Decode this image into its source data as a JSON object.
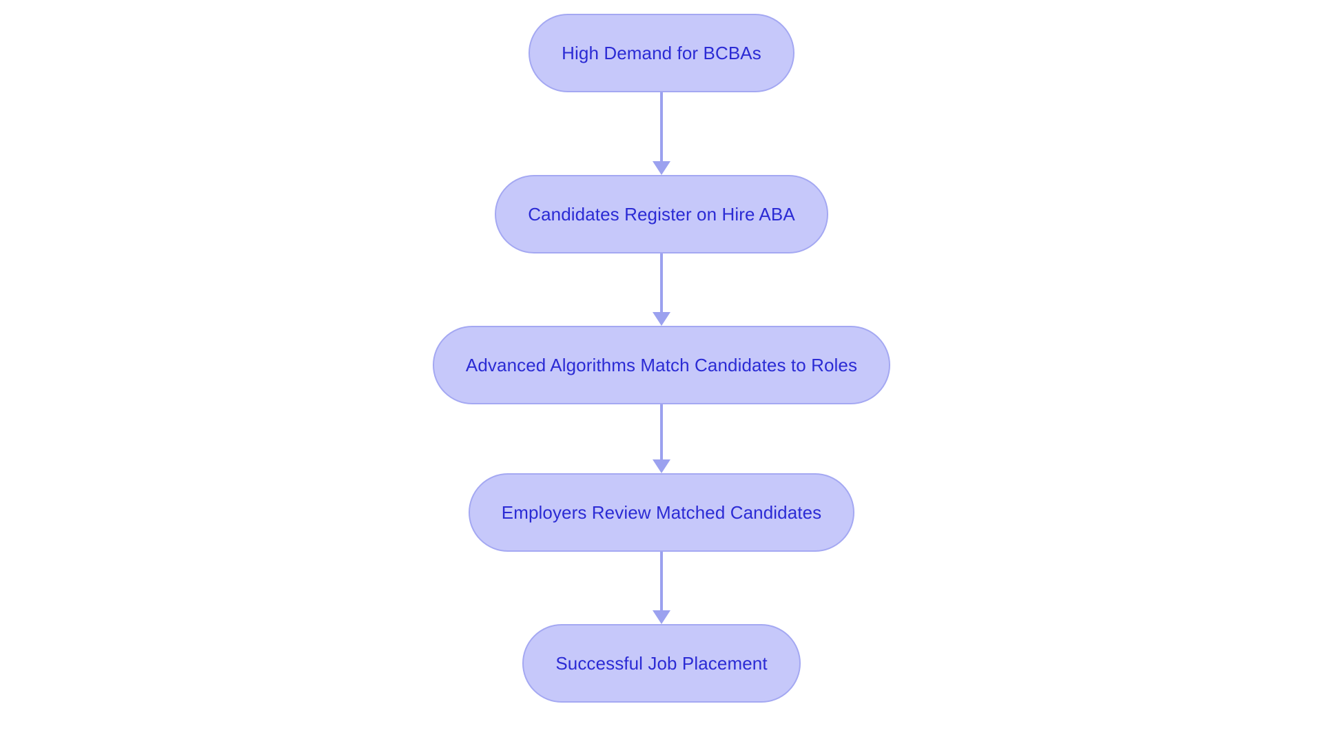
{
  "chart_data": {
    "type": "diagram",
    "diagram_type": "flowchart",
    "orientation": "top-to-bottom",
    "title": "",
    "node_count": 5,
    "edge_count": 4,
    "nodes": [
      {
        "id": "n1",
        "label": "High Demand for BCBAs"
      },
      {
        "id": "n2",
        "label": "Candidates Register on Hire ABA"
      },
      {
        "id": "n3",
        "label": "Advanced Algorithms Match Candidates to Roles"
      },
      {
        "id": "n4",
        "label": "Employers Review Matched Candidates"
      },
      {
        "id": "n5",
        "label": "Successful Job Placement"
      }
    ],
    "edges": [
      {
        "from": "n1",
        "to": "n2",
        "label": "",
        "arrow": "down"
      },
      {
        "from": "n2",
        "to": "n3",
        "label": "",
        "arrow": "down"
      },
      {
        "from": "n3",
        "to": "n4",
        "label": "",
        "arrow": "down"
      },
      {
        "from": "n4",
        "to": "n5",
        "label": "",
        "arrow": "down"
      }
    ],
    "colors": {
      "background": "#ffffff",
      "node_fill": "#c6c8fa",
      "node_border": "#a4a8f2",
      "node_text": "#2b2bd4",
      "edge": "#9ba1ef"
    },
    "node_shape": "rounded-pill"
  },
  "diagram": {
    "background": "#ffffff",
    "steps": [
      {
        "label": "High Demand for BCBAs"
      },
      {
        "label": "Candidates Register on Hire ABA"
      },
      {
        "label": "Advanced Algorithms Match Candidates to Roles"
      },
      {
        "label": "Employers Review Matched Candidates"
      },
      {
        "label": "Successful Job Placement"
      }
    ]
  }
}
